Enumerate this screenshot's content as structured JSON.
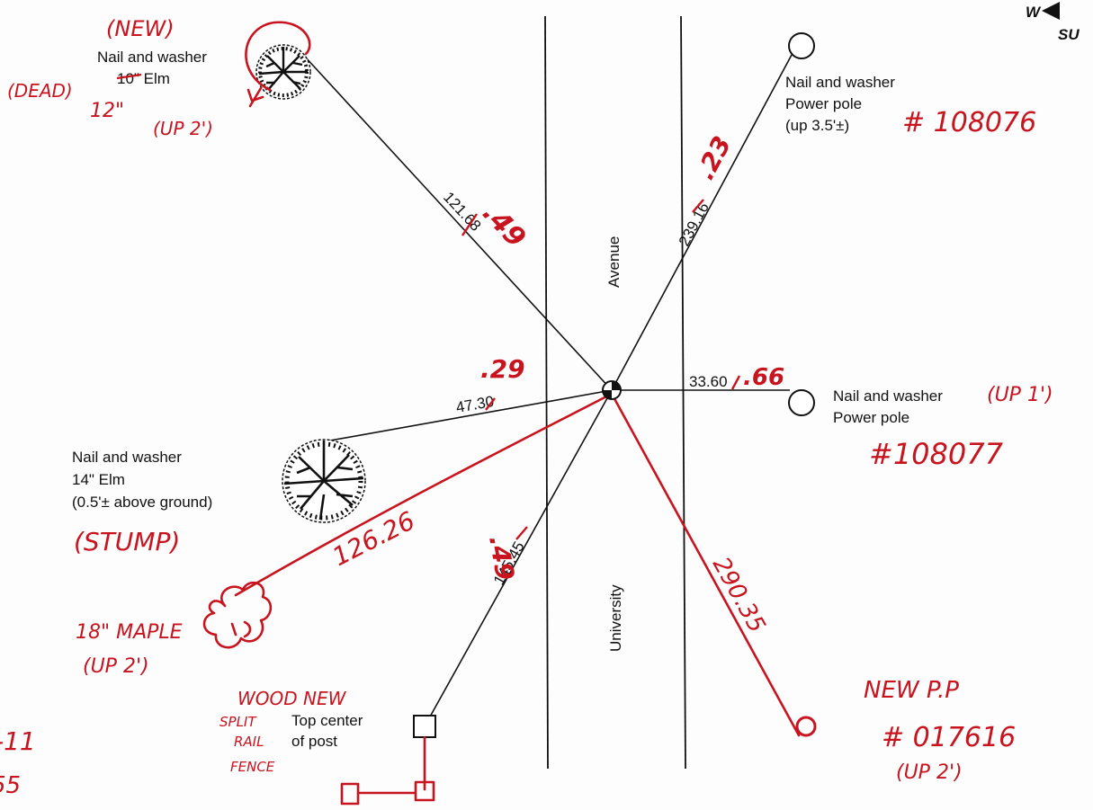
{
  "colors": {
    "ink": "#111111",
    "markup": "#c8141e",
    "paper": "#fdfdfd"
  },
  "compass": {
    "letter": "W",
    "partial_label": "SU"
  },
  "street": {
    "name_top": "Avenue",
    "name_bottom": "University"
  },
  "refs": {
    "elm_nw": {
      "lines": [
        "Nail and washer",
        "10\" Elm"
      ],
      "dist": "121.68",
      "fix": ".49",
      "notes": {
        "new": "(NEW)",
        "dead": "(DEAD)",
        "size": "12\"",
        "up": "(UP 2')"
      }
    },
    "pole_ne": {
      "lines": [
        "Nail and washer",
        "Power pole",
        "(up 3.5'±)"
      ],
      "dist": "239.16",
      "fix": ".23",
      "number": "# 108076"
    },
    "pole_e": {
      "lines": [
        "Nail and washer",
        "Power pole"
      ],
      "dist": "33.60",
      "fix": ".66",
      "up": "(UP 1')",
      "number": "#108077"
    },
    "elm_w": {
      "lines": [
        "Nail and washer",
        "14\" Elm",
        "(0.5'± above ground)"
      ],
      "dist": "47.30",
      "fix": ".29",
      "note": "(STUMP)"
    },
    "maple": {
      "label": "18\" MAPLE",
      "up": "(UP 2')",
      "dist": "126.26"
    },
    "post": {
      "lines": [
        "Top center",
        "of post"
      ],
      "dist": "145.45",
      "fix": ".49",
      "notes": [
        "WOOD NEW",
        "SPLIT",
        "RAIL",
        "FENCE"
      ]
    },
    "new_pole": {
      "label": "NEW P.P",
      "number": "# 017616",
      "up": "(UP 2')",
      "dist": "290.35"
    }
  },
  "margin_notes": [
    "-11",
    "55"
  ]
}
